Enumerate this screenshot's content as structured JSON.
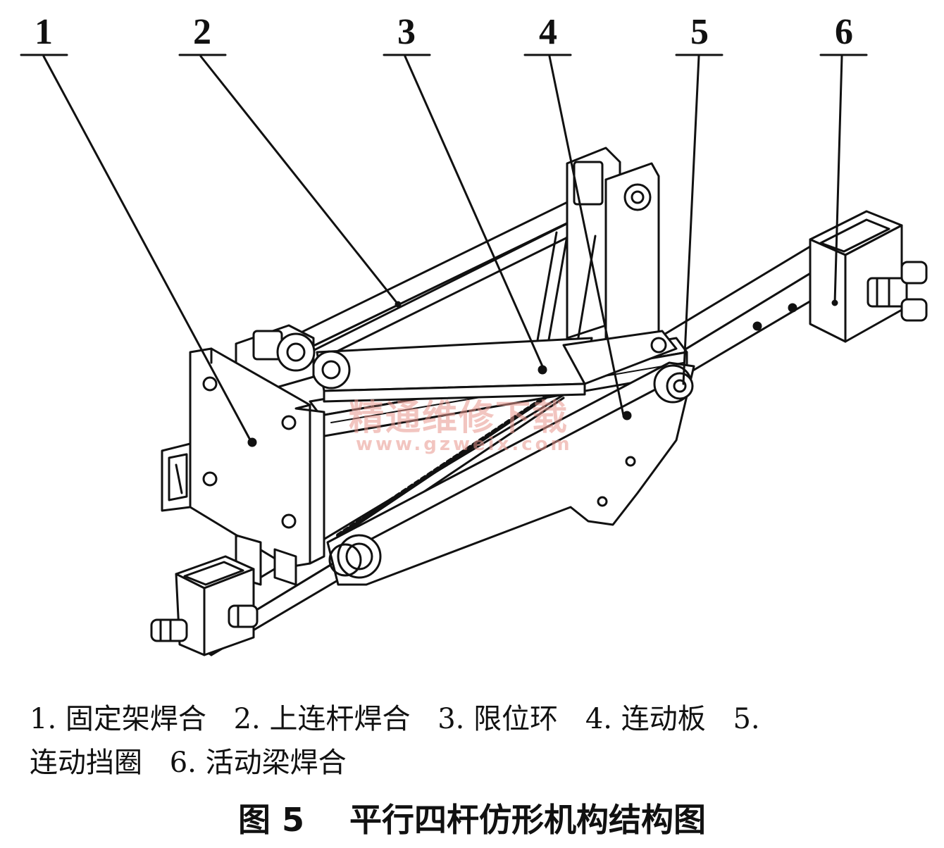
{
  "callouts": [
    {
      "number": "1"
    },
    {
      "number": "2"
    },
    {
      "number": "3"
    },
    {
      "number": "4"
    },
    {
      "number": "5"
    },
    {
      "number": "6"
    }
  ],
  "legend": [
    {
      "number": "1.",
      "label": "固定架焊合"
    },
    {
      "number": "2.",
      "label": "上连杆焊合"
    },
    {
      "number": "3.",
      "label": "限位环"
    },
    {
      "number": "4.",
      "label": "连动板"
    },
    {
      "number": "5.",
      "label": "连动挡圈"
    },
    {
      "number": "6.",
      "label": "活动梁焊合"
    }
  ],
  "caption": {
    "figure_no": "图 5",
    "title": "平行四杆仿形机构结构图"
  },
  "watermark": {
    "text": "精通维修下载",
    "url": "www.gzweix.com"
  },
  "colors": {
    "line": "#111111",
    "watermark": "#e8968c"
  }
}
